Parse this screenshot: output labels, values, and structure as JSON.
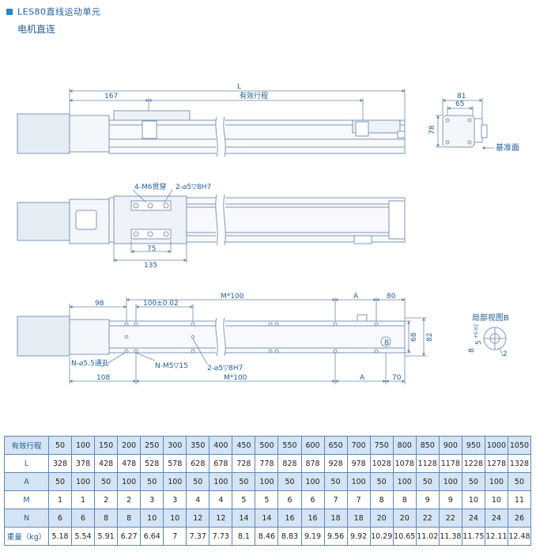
{
  "header": {
    "title": "LES80直线运动单元",
    "subtitle": "电机直连"
  },
  "labels": {
    "L": "L",
    "d167": "167",
    "stroke": "有效行程",
    "d81": "81",
    "d65": "65",
    "d78": "78",
    "datum": "基准面",
    "thru": "4-M6贯穿",
    "pin": "2-⌀5▽8H7",
    "d75": "75",
    "d135": "135",
    "d98": "98",
    "d100tol": "100±0.02",
    "m100_top": "M*100",
    "a_top": "A",
    "d80": "80",
    "d68": "68",
    "d82": "82",
    "d108": "108",
    "m100_bot": "M*100",
    "a_bot": "A",
    "d70": "70",
    "n_hole": "N-⌀5.5通孔",
    "n_m5": "N-M5▽15",
    "pin2": "2-⌀5▽8H7",
    "b_mark": "B",
    "detail": "局部视图B",
    "d8": "8",
    "d5": "5",
    "tol": "+0.02",
    "d2": "2"
  },
  "table": {
    "rows": [
      {
        "label": "有效行程",
        "values": [
          "50",
          "100",
          "150",
          "200",
          "250",
          "300",
          "350",
          "400",
          "450",
          "500",
          "550",
          "600",
          "650",
          "700",
          "750",
          "800",
          "850",
          "900",
          "950",
          "1000",
          "1050"
        ]
      },
      {
        "label": "L",
        "values": [
          "328",
          "378",
          "428",
          "478",
          "528",
          "578",
          "628",
          "678",
          "728",
          "778",
          "828",
          "878",
          "928",
          "978",
          "1028",
          "1078",
          "1128",
          "1178",
          "1228",
          "1278",
          "1328"
        ]
      },
      {
        "label": "A",
        "values": [
          "50",
          "100",
          "50",
          "100",
          "50",
          "100",
          "50",
          "100",
          "50",
          "100",
          "50",
          "100",
          "50",
          "100",
          "50",
          "100",
          "50",
          "100",
          "50",
          "100",
          "50"
        ]
      },
      {
        "label": "M",
        "values": [
          "1",
          "1",
          "2",
          "2",
          "3",
          "3",
          "4",
          "4",
          "5",
          "5",
          "6",
          "6",
          "7",
          "7",
          "8",
          "8",
          "9",
          "9",
          "10",
          "10",
          "11"
        ]
      },
      {
        "label": "N",
        "values": [
          "6",
          "6",
          "8",
          "8",
          "10",
          "10",
          "12",
          "12",
          "14",
          "14",
          "16",
          "16",
          "18",
          "18",
          "20",
          "20",
          "22",
          "22",
          "24",
          "24",
          "26"
        ]
      },
      {
        "label": "重量（kg）",
        "values": [
          "5.18",
          "5.54",
          "5.91",
          "6.27",
          "6.64",
          "7",
          "7.37",
          "7.73",
          "8.1",
          "8.46",
          "8.83",
          "9.19",
          "9.56",
          "9.92",
          "10.29",
          "10.65",
          "11.02",
          "11.38",
          "11.75",
          "12.11",
          "12.48"
        ]
      }
    ]
  },
  "colors": {
    "accent": "#2a85c6",
    "line": "#7f97b6",
    "dimension": "#1f5d9a",
    "table_alt": "#d5e4f4",
    "table_border": "#5b87b8"
  }
}
